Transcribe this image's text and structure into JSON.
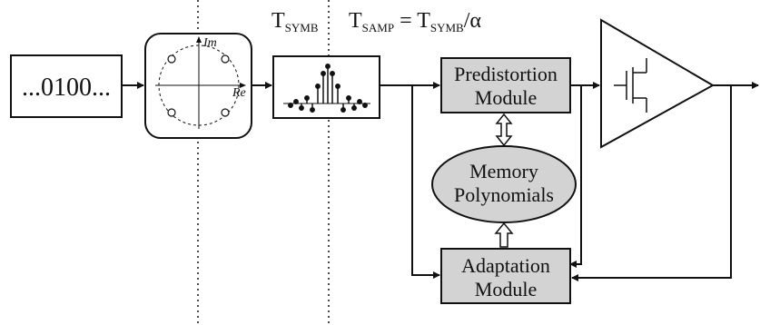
{
  "bitstream": {
    "label": "...0100..."
  },
  "constellation": {
    "im_label": "Im",
    "re_label": "Re"
  },
  "timing": {
    "t_symb": {
      "base": "T",
      "sub": "SYMB"
    },
    "t_samp": {
      "base": "T",
      "sub": "SAMP",
      "eq": " = ",
      "rhs_base": "T",
      "rhs_sub": "SYMB",
      "rhs_tail": "/α"
    }
  },
  "predistortion": {
    "line1": "Predistortion",
    "line2": "Module"
  },
  "memory": {
    "line1": "Memory",
    "line2": "Polynomials"
  },
  "adaptation": {
    "line1": "Adaptation",
    "line2": "Module"
  },
  "colors": {
    "block_fill": "#d3d3d3",
    "stroke": "#111111",
    "background": "#ffffff"
  }
}
